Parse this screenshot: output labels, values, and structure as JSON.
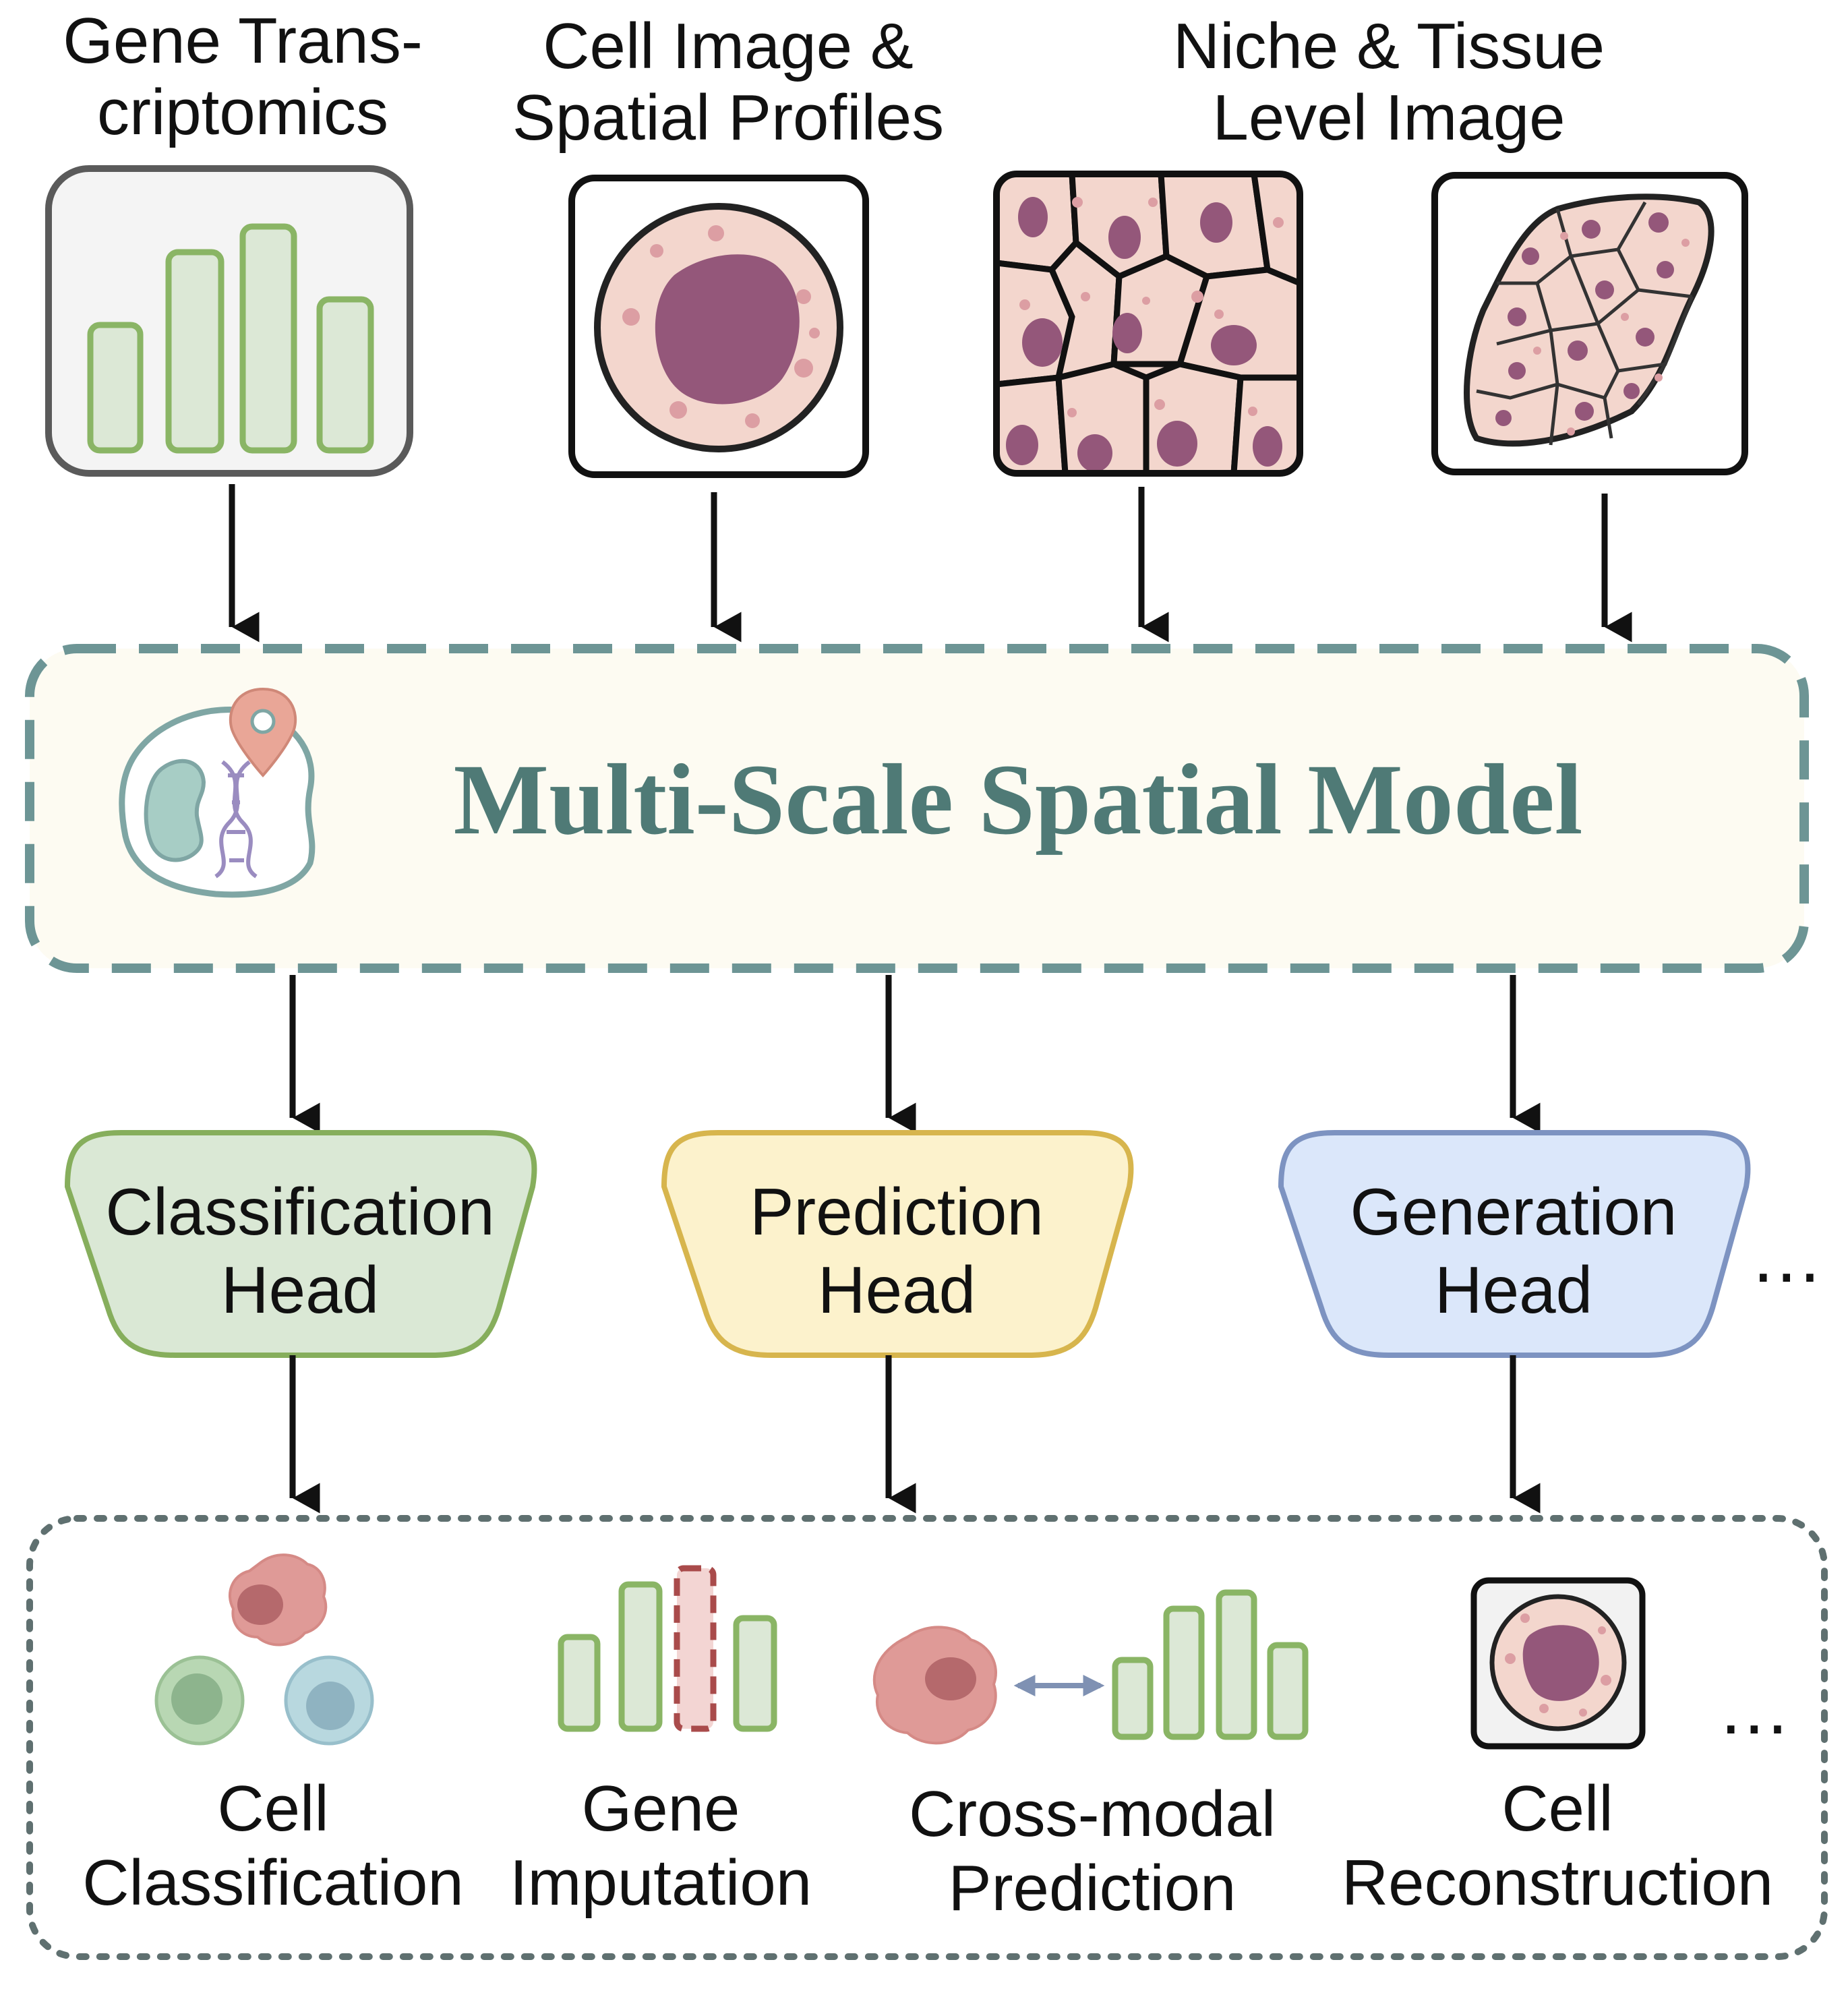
{
  "inputs": {
    "gene_transcriptomics": "Gene Trans-\ncriptomics",
    "cell_image": "Cell Image &\nSpatial Profiles",
    "niche_tissue": "Niche & Tissue\nLevel Image"
  },
  "model": {
    "title": "Multi-Scale Spatial Model",
    "border_color": "#6d9595",
    "fill_color": "#fdfbf2"
  },
  "heads": [
    {
      "label": "Classification\nHead",
      "fill": "#dae8d5",
      "stroke": "#86ae5c"
    },
    {
      "label": "Prediction\nHead",
      "fill": "#fcf2cc",
      "stroke": "#d7b54d"
    },
    {
      "label": "Generation\nHead",
      "fill": "#dbe7fa",
      "stroke": "#7d93c1"
    }
  ],
  "heads_more": "...",
  "tasks": [
    {
      "label": "Cell\nClassification"
    },
    {
      "label": "Gene\nImputation"
    },
    {
      "label": "Cross-modal\nPrediction"
    },
    {
      "label": "Cell\nReconstruction"
    }
  ],
  "tasks_more": "...",
  "colors": {
    "bar_fill": "#dce8d6",
    "bar_stroke": "#8ab565",
    "cell_fill": "#f3d6cd",
    "nucleus": "#94577a",
    "spot": "#dc9ea3",
    "arrow": "#111111"
  }
}
